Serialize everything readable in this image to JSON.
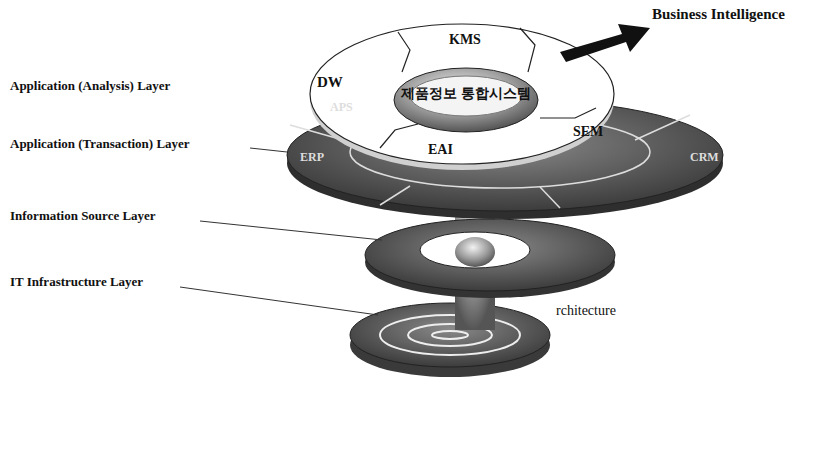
{
  "diagram": {
    "nodes": [
      {
        "text": [
          "KMS"
        ]
      },
      {
        "text": [
          "DW"
        ]
      },
      {
        "text": [
          "제품정보 통합시스템"
        ]
      },
      {
        "text": [
          "EAI"
        ]
      },
      {
        "text": [
          "SEM"
        ]
      }
    ],
    "labels": [
      "Business Intelligence",
      "Application (Analysis) Layer",
      "APS",
      "Application (Transaction) Layer",
      "ERP",
      "CRM",
      "Information Source Layer",
      "IT Infrastructure Layer",
      "rchitecture"
    ]
  }
}
